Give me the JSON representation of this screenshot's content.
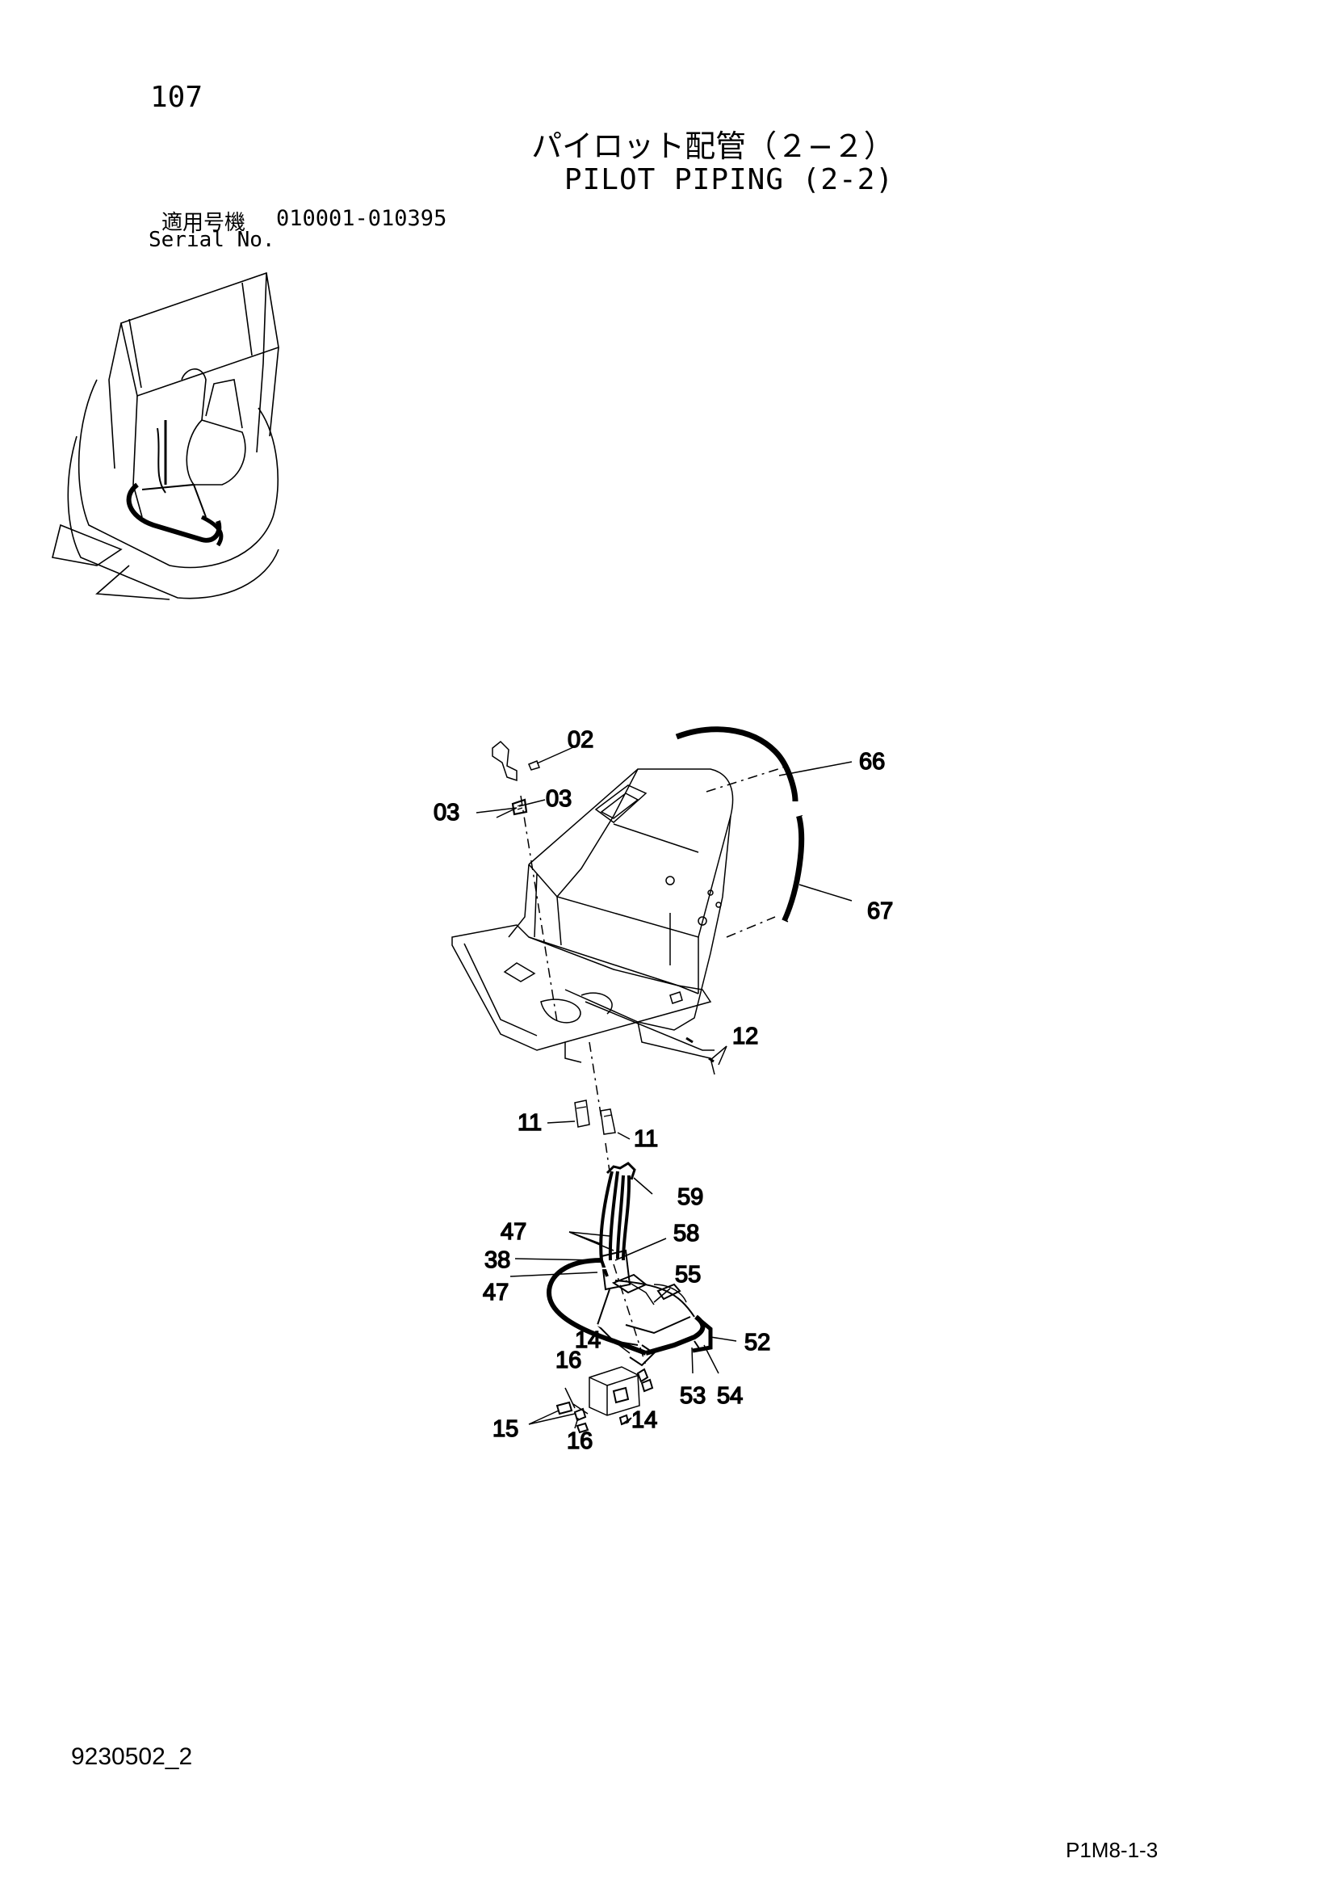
{
  "header": {
    "page_number": "107",
    "title_jp": "パイロット配管（２−２）",
    "title_en": "PILOT PIPING (2-2)",
    "serial_jp_label": "適用号機",
    "serial_range": "010001-010395",
    "serial_en_label": "Serial No."
  },
  "callouts": [
    {
      "label": "02"
    },
    {
      "label": "03"
    },
    {
      "label": "03"
    },
    {
      "label": "66"
    },
    {
      "label": "67"
    },
    {
      "label": "12"
    },
    {
      "label": "11"
    },
    {
      "label": "11"
    },
    {
      "label": "59"
    },
    {
      "label": "47"
    },
    {
      "label": "58"
    },
    {
      "label": "38"
    },
    {
      "label": "55"
    },
    {
      "label": "47"
    },
    {
      "label": "14"
    },
    {
      "label": "52"
    },
    {
      "label": "16"
    },
    {
      "label": "53"
    },
    {
      "label": "54"
    },
    {
      "label": "14"
    },
    {
      "label": "15"
    },
    {
      "label": "16"
    }
  ],
  "footer": {
    "doc_code": "9230502_2",
    "page_ref": "P1M8-1-3"
  }
}
